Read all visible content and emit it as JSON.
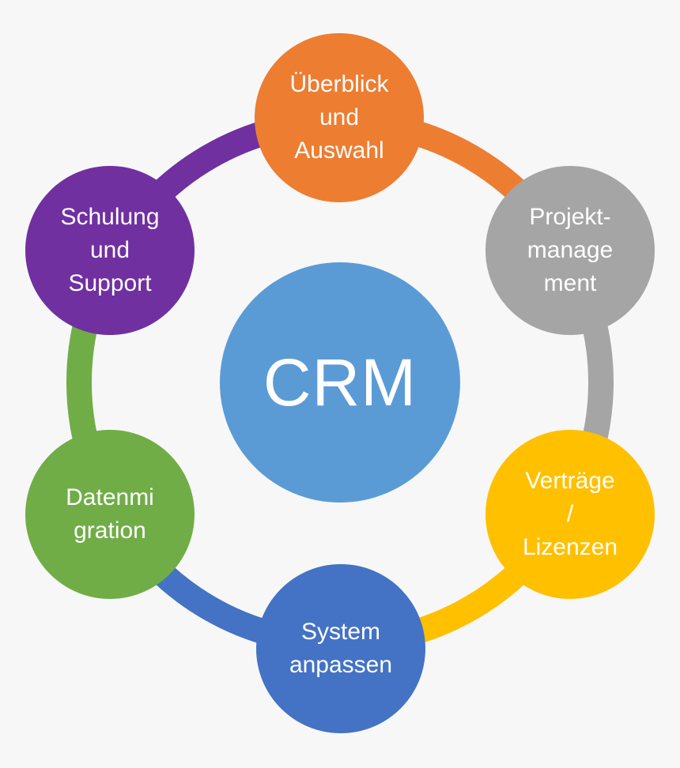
{
  "center": {
    "label": "CRM",
    "color": "#5b9bd5"
  },
  "nodes": [
    {
      "label": "Überblick\nund\nAuswahl",
      "color": "#ed7d31",
      "icon": ""
    },
    {
      "label": "Projekt-\nmanage\nment",
      "color": "#a5a5a5",
      "icon": ""
    },
    {
      "label": "Verträge\n/\nLizenzen",
      "color": "#ffc000",
      "icon": ""
    },
    {
      "label": "System\nanpassen",
      "color": "#4472c4",
      "icon": ""
    },
    {
      "label": "Datenmi\ngration",
      "color": "#70ad47",
      "icon": ""
    },
    {
      "label": "Schulung\nund\nSupport",
      "color": "#7030a0",
      "icon": ""
    }
  ],
  "ring": {
    "segment_colors": [
      "#ed7d31",
      "#a5a5a5",
      "#ffc000",
      "#4472c4",
      "#70ad47",
      "#7030a0"
    ]
  }
}
